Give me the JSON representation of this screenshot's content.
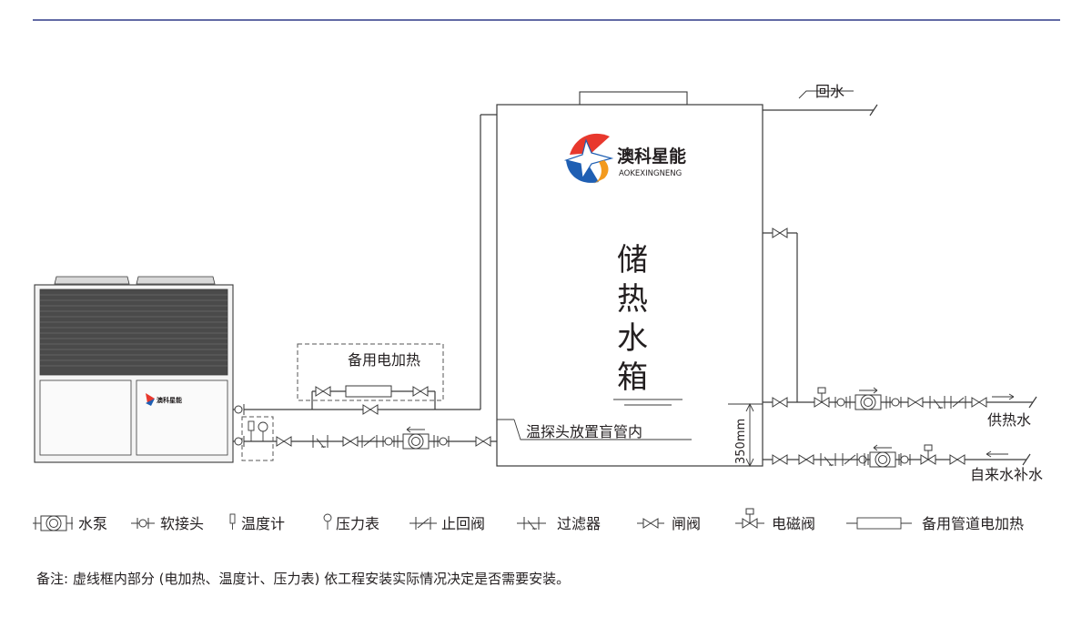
{
  "top_rule_color": "#2e3a87",
  "tank": {
    "title_chars": [
      "储",
      "热",
      "水",
      "箱"
    ],
    "probe_label": "温探头放置盲管内",
    "height_label": "350mm"
  },
  "logo": {
    "name_cn": "澳科星能",
    "name_en": "AOKEXINGNENG",
    "colors": {
      "red": "#e8382d",
      "blue": "#1f5fb3",
      "orange": "#f39a1e"
    }
  },
  "unit_badge": {
    "name_cn": "澳科星能"
  },
  "pipes": {
    "return_label": "回水",
    "supply_label": "供热水",
    "makeup_label": "自来水补水",
    "backup_heater_label": "备用电加热"
  },
  "legend": [
    {
      "icon": "water-pump-icon",
      "label": "水泵"
    },
    {
      "icon": "flexible-joint-icon",
      "label": "软接头"
    },
    {
      "icon": "thermometer-icon",
      "label": "温度计"
    },
    {
      "icon": "pressure-gauge-icon",
      "label": "压力表"
    },
    {
      "icon": "check-valve-icon",
      "label": "止回阀"
    },
    {
      "icon": "filter-icon",
      "label": "过滤器"
    },
    {
      "icon": "gate-valve-icon",
      "label": "闸阀"
    },
    {
      "icon": "solenoid-valve-icon",
      "label": "电磁阀"
    },
    {
      "icon": "pipe-heater-icon",
      "label": "备用管道电加热"
    }
  ],
  "note": "备注: 虚线框内部分 (电加热、温度计、压力表) 依工程安装实际情况决定是否需要安装。"
}
